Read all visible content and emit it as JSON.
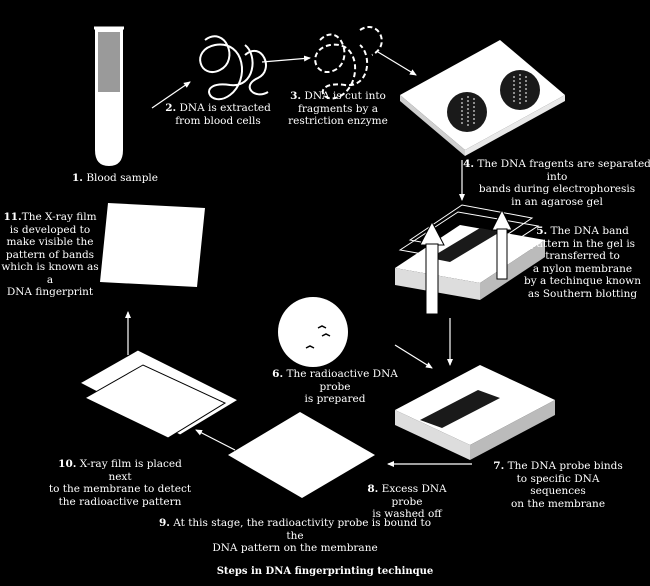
{
  "steps": [
    {
      "num": "1.",
      "text": "Blood sample"
    },
    {
      "num": "2.",
      "text": "DNA is extracted\nfrom blood cells"
    },
    {
      "num": "3.",
      "text": "DNA is cut into\nfragments by a\nrestriction enzyme"
    },
    {
      "num": "4.",
      "text": "The DNA fragents are separated into\nbands during electrophoresis\nin an agarose gel"
    },
    {
      "num": "5.",
      "text": "The DNA band\npattern in the gel is\ntransferred to\na nylon membrane\nby a techinque known\nas Southern blotting"
    },
    {
      "num": "6.",
      "text": "The radioactive DNA probe\nis prepared"
    },
    {
      "num": "7.",
      "text": "The DNA probe binds\nto specific DNA sequences\non the membrane"
    },
    {
      "num": "8.",
      "text": "Excess DNA probe\nis washed off"
    },
    {
      "num": "9.",
      "text": "At this stage, the radioactivity probe is bound to the\nDNA pattern on the membrane"
    },
    {
      "num": "10.",
      "text": "X-ray film is placed next\nto the membrane to detect\nthe radioactive pattern"
    },
    {
      "num": "11.",
      "text": "The X-ray film\nis developed to\nmake visible the\npattern of bands\nwhich is known as a\nDNA fingerprint"
    }
  ],
  "caption": "Steps in DNA fingerprinting techinque",
  "colors": {
    "background": "#000000",
    "foreground": "#ffffff",
    "tube_blood": "#9a9a9a",
    "gel_dark": "#1a1a1a"
  }
}
